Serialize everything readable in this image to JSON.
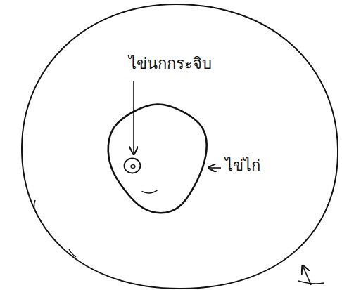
{
  "diagram": {
    "nodes": [
      {
        "text": [
          "ไข่ไก่"
        ]
      },
      {
        "text": [
          "ไข่นกกระจิบ"
        ],
        "in": 0
      }
    ]
  }
}
